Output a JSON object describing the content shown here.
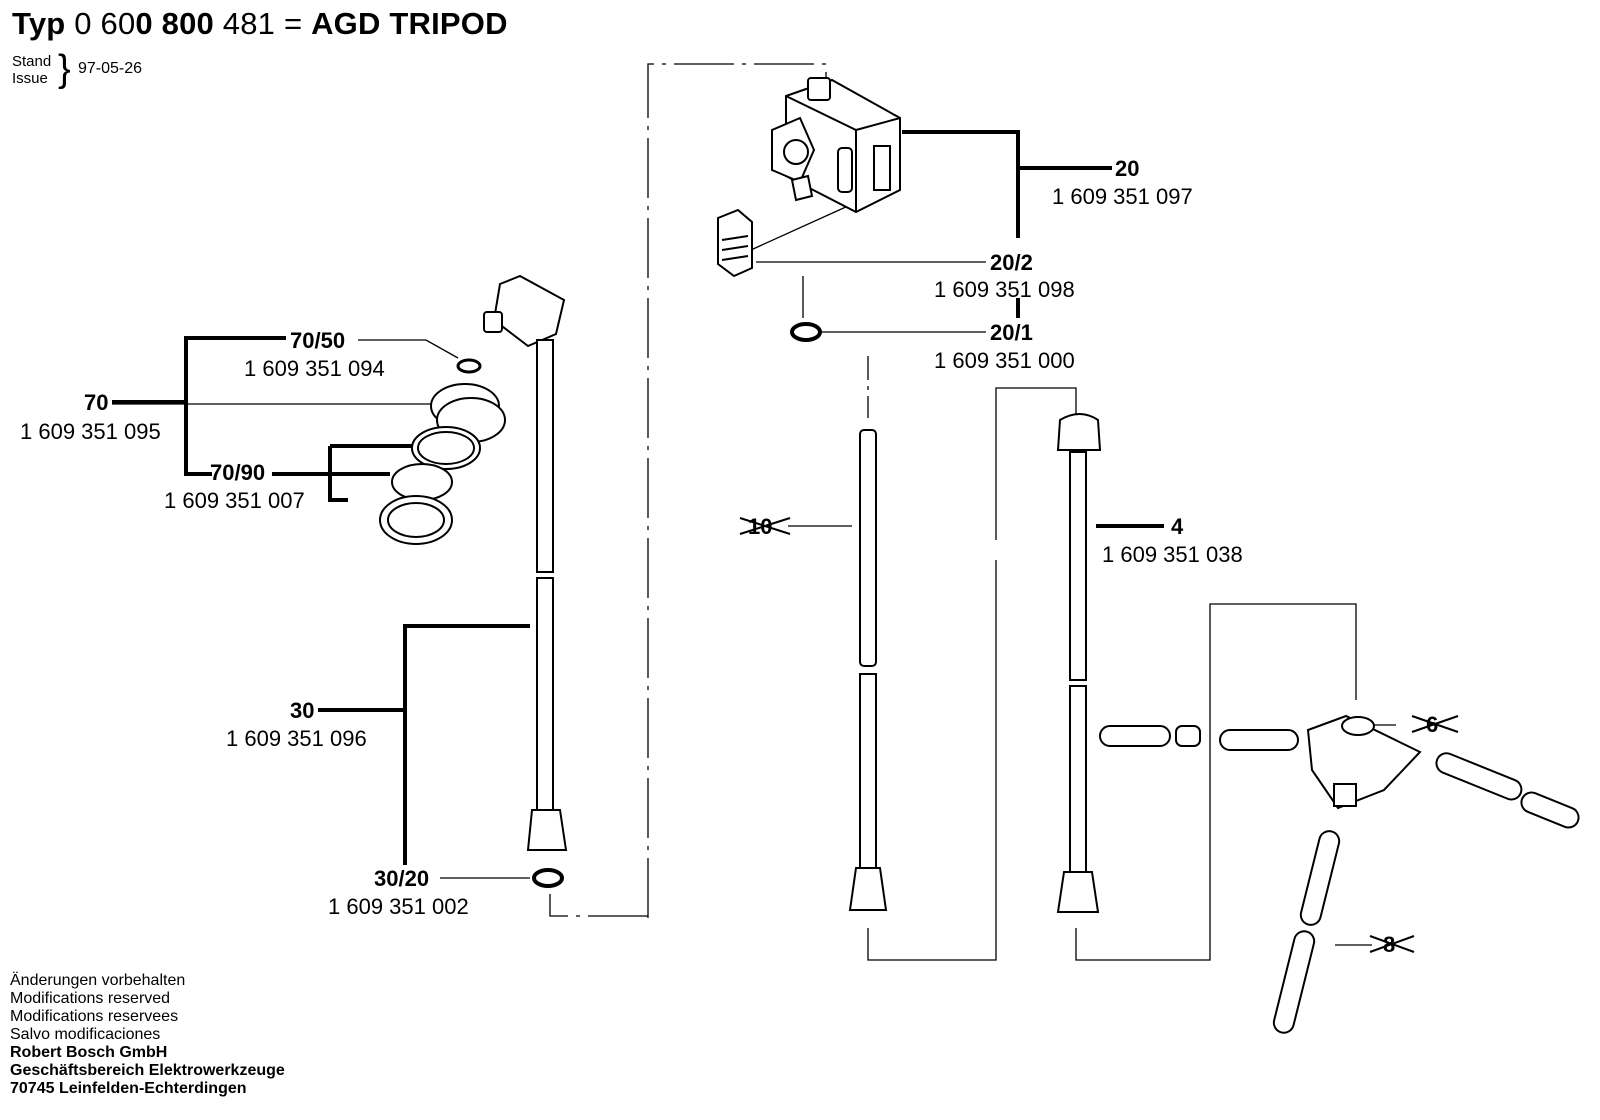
{
  "header": {
    "typ_label": "Typ",
    "type_number_part1": "0 60",
    "type_number_part2": "0 800",
    "type_number_part3": "481",
    "equals": "=",
    "model": "AGD TRIPOD",
    "stand_label": "Stand",
    "issue_label": "Issue",
    "issue_date": "97-05-26"
  },
  "parts": [
    {
      "id": "p20",
      "pos": "20",
      "number": "1 609 351 097"
    },
    {
      "id": "p20_2",
      "pos": "20/2",
      "number": "1 609 351 098"
    },
    {
      "id": "p20_1",
      "pos": "20/1",
      "number": "1 609 351 000"
    },
    {
      "id": "p70_50",
      "pos": "70/50",
      "number": "1 609 351 094"
    },
    {
      "id": "p70",
      "pos": "70",
      "number": "1 609 351 095"
    },
    {
      "id": "p70_90",
      "pos": "70/90",
      "number": "1 609 351 007"
    },
    {
      "id": "p30",
      "pos": "30",
      "number": "1 609 351 096"
    },
    {
      "id": "p30_20",
      "pos": "30/20",
      "number": "1 609 351 002"
    },
    {
      "id": "p4",
      "pos": "4",
      "number": "1 609 351 038"
    },
    {
      "id": "p10",
      "pos": "10",
      "number": ""
    },
    {
      "id": "p6",
      "pos": "6",
      "number": ""
    },
    {
      "id": "p8",
      "pos": "8",
      "number": ""
    }
  ],
  "footer": {
    "line1": "Änderungen vorbehalten",
    "line2": "Modifications reserved",
    "line3": "Modifications reservees",
    "line4": "Salvo modificaciones",
    "company": "Robert Bosch GmbH",
    "division": "Geschäftsbereich Elektrowerkzeuge",
    "address": "70745 Leinfelden-Echterdingen"
  }
}
